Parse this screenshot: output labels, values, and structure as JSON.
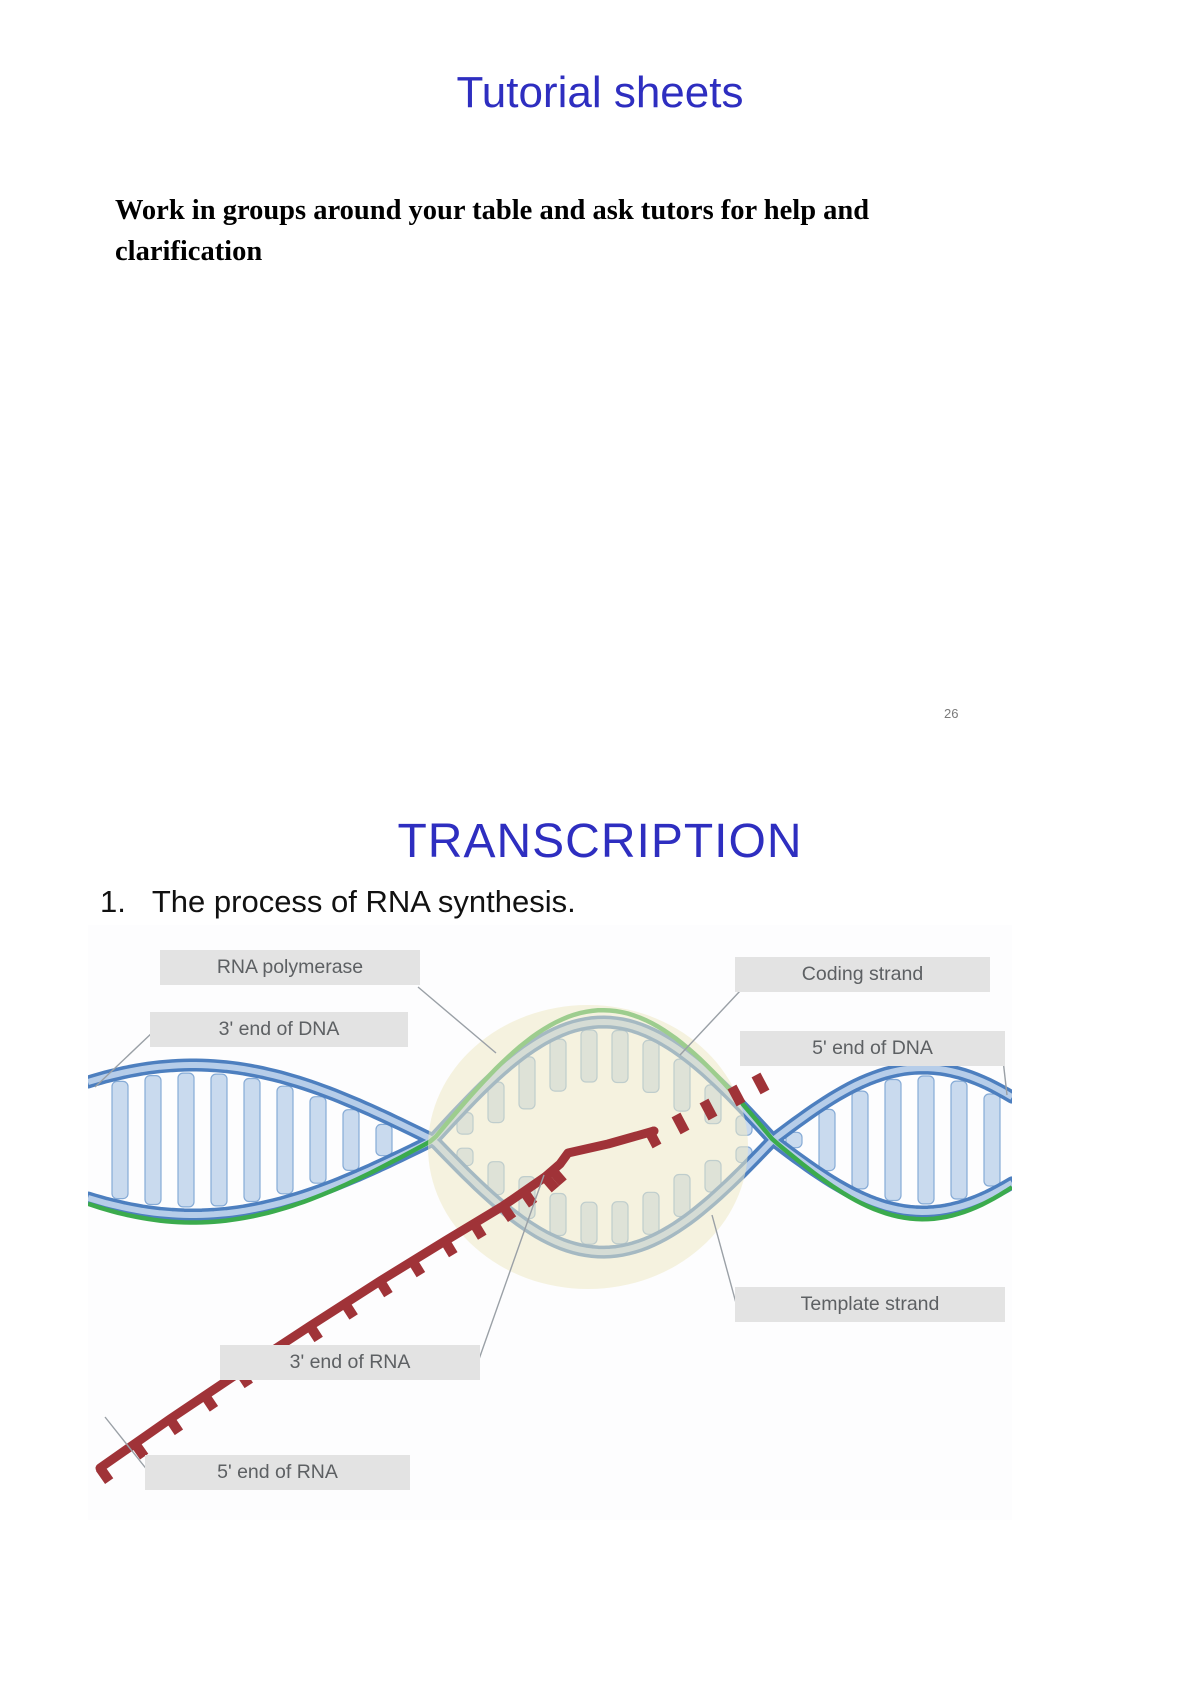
{
  "slide1": {
    "title": "Tutorial sheets",
    "body": "Work in groups around your table and ask tutors for help and clarification",
    "page_number": "26"
  },
  "slide2": {
    "title": "TRANSCRIPTION",
    "list_number": "1.",
    "list_text": "The process of RNA synthesis."
  },
  "diagram": {
    "labels": [
      {
        "id": "rna-polymerase",
        "text": "RNA polymerase"
      },
      {
        "id": "coding-strand",
        "text": "Coding strand"
      },
      {
        "id": "dna-3-end",
        "text": "3' end of DNA"
      },
      {
        "id": "dna-5-end",
        "text": "5' end of DNA"
      },
      {
        "id": "template-strand",
        "text": "Template strand"
      },
      {
        "id": "rna-3-end",
        "text": "3' end of RNA"
      },
      {
        "id": "rna-5-end",
        "text": "5' end of RNA"
      }
    ],
    "colors": {
      "dna_backbone_blue": "#4d7fbf",
      "dna_backbone_light": "#b6cde9",
      "base_pair_fill": "#c9daee",
      "base_pair_stroke": "#86abd6",
      "coding_strand_green": "#3bab4d",
      "rna_red": "#a03338",
      "polymerase_blob": "#efe9c4",
      "label_background": "#e3e3e3",
      "label_text": "#5d6063",
      "leader_line": "#9aa0a6"
    }
  },
  "theme": {
    "heading_blue": "#2e2ec0"
  }
}
